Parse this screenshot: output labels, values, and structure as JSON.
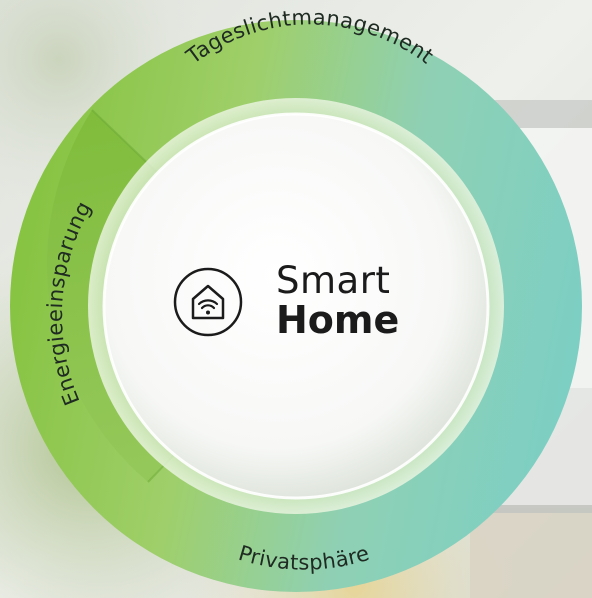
{
  "center": {
    "line1": "Smart",
    "line2": "Home",
    "icon": "smart-home-icon"
  },
  "segments": [
    {
      "label": "Tageslichtmanagement"
    },
    {
      "label": "Energieeinsparung"
    },
    {
      "label": "Privatsphäre"
    }
  ],
  "colors": {
    "ring_green": "#8cc63f",
    "ring_teal": "#7fd1c4",
    "center_white": "#ffffff",
    "text_dark": "#1b1b1b"
  }
}
